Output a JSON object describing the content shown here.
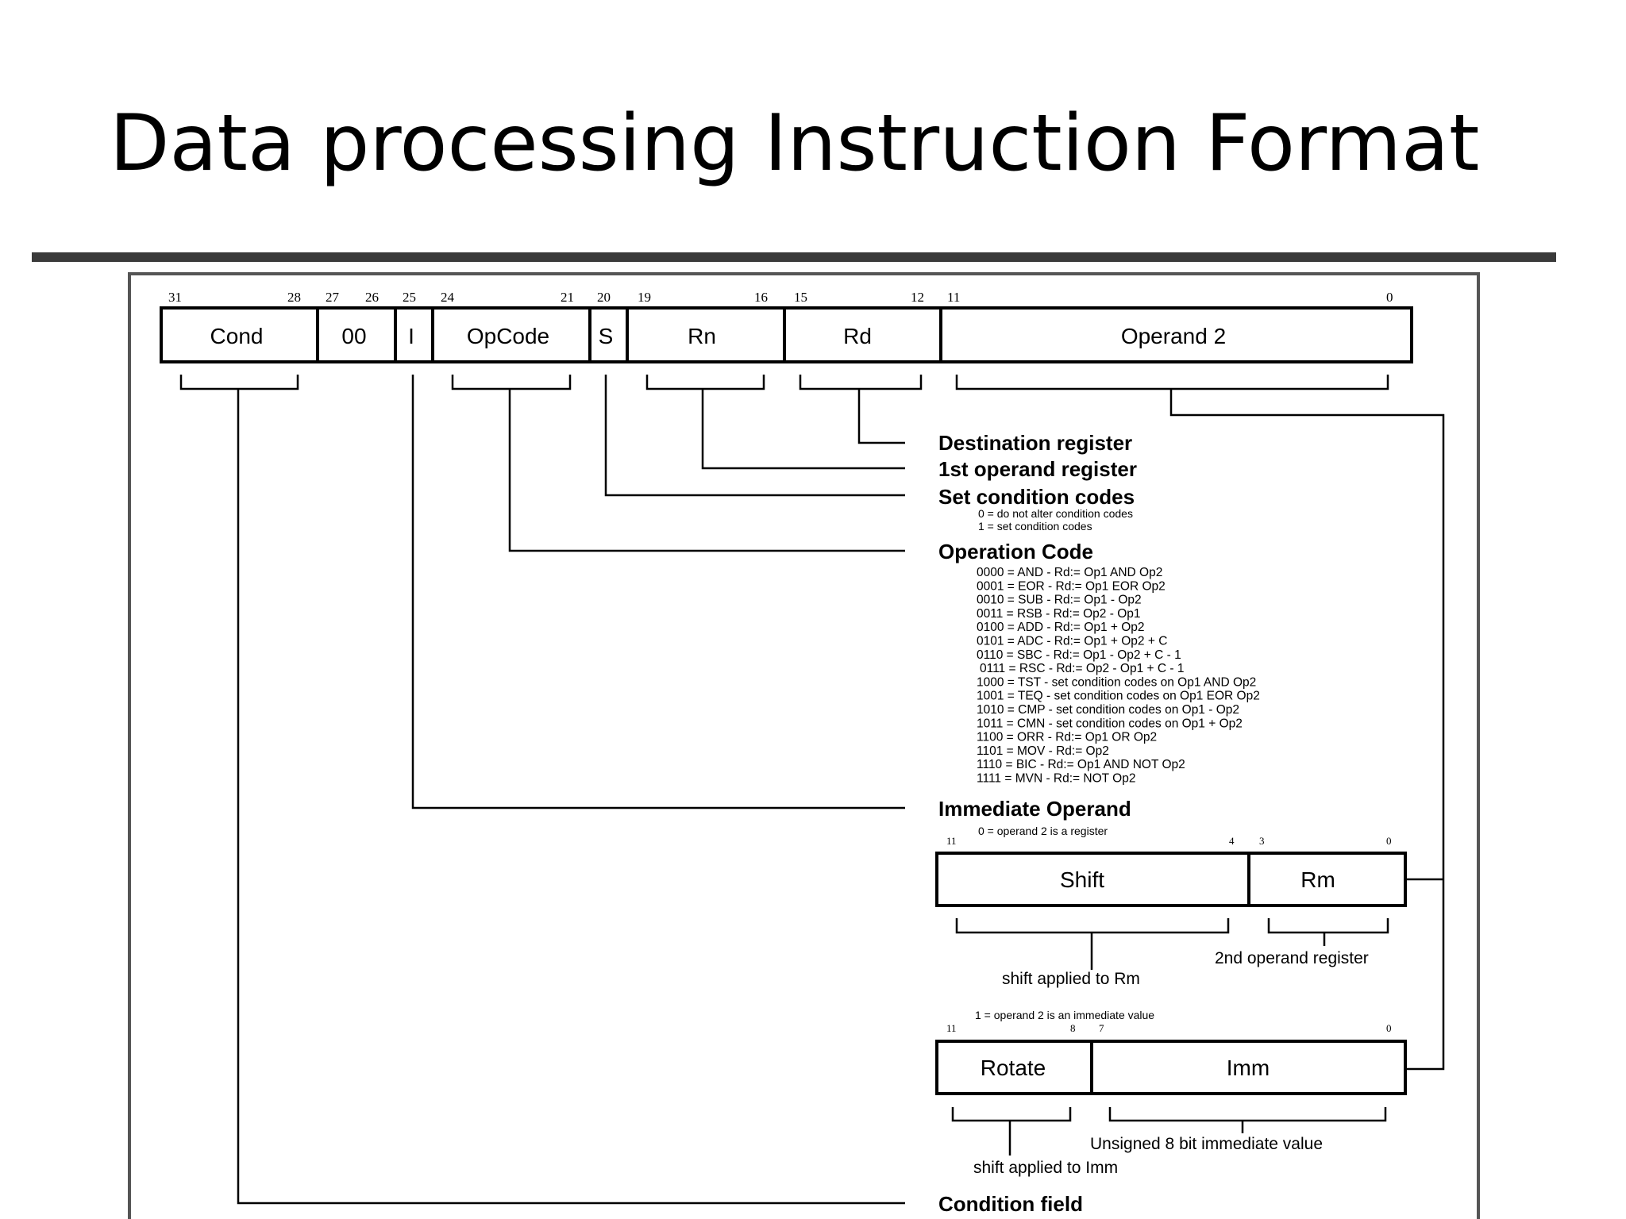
{
  "slide": {
    "title": "Data processing Instruction Format"
  },
  "main_format": {
    "fields": [
      {
        "name": "Cond",
        "hi": "31",
        "lo": "28"
      },
      {
        "name": "00",
        "hi": "27",
        "lo": "26"
      },
      {
        "name": "I",
        "hi": "25",
        "lo": ""
      },
      {
        "name": "OpCode",
        "hi": "24",
        "lo": "21"
      },
      {
        "name": "S",
        "hi": "20",
        "lo": ""
      },
      {
        "name": "Rn",
        "hi": "19",
        "lo": "16"
      },
      {
        "name": "Rd",
        "hi": "15",
        "lo": "12"
      },
      {
        "name": "Operand 2",
        "hi": "11",
        "lo": "0"
      }
    ]
  },
  "labels": {
    "destination": "Destination register",
    "first_operand": "1st operand register",
    "set_condition": "Set condition codes",
    "set_condition_0": "0 = do not alter condition codes",
    "set_condition_1": "1 = set condition codes",
    "operation_code": "Operation Code",
    "immediate_operand": "Immediate Operand",
    "condition_field": "Condition field"
  },
  "opcodes": [
    "0000 = AND - Rd:= Op1 AND Op2",
    "0001 = EOR - Rd:= Op1 EOR Op2",
    "0010 = SUB - Rd:= Op1 - Op2",
    "0011 = RSB - Rd:= Op2 - Op1",
    "0100 = ADD - Rd:= Op1 + Op2",
    "0101 = ADC - Rd:= Op1 + Op2 + C",
    "0110 = SBC - Rd:= Op1 - Op2 + C - 1",
    "0111 = RSC - Rd:= Op2 - Op1 + C - 1",
    "1000 = TST - set condition codes on Op1 AND Op2",
    "1001 = TEQ - set condition codes on Op1 EOR Op2",
    "1010 = CMP - set condition codes on Op1 - Op2",
    "1011 = CMN - set condition codes on Op1 + Op2",
    "1100 = ORR - Rd:= Op1 OR Op2",
    "1101 = MOV - Rd:= Op2",
    "1110 = BIC - Rd:= Op1 AND NOT Op2",
    "1111 = MVN - Rd:= NOT Op2"
  ],
  "register_form": {
    "note": "0 = operand 2 is a register",
    "bits": {
      "b11": "11",
      "b4": "4",
      "b3": "3",
      "b0": "0"
    },
    "shift": "Shift",
    "rm": "Rm",
    "shift_caption": "shift applied to Rm",
    "rm_caption": "2nd operand register"
  },
  "immediate_form": {
    "note": "1 = operand 2 is an immediate value",
    "bits": {
      "b11": "11",
      "b8": "8",
      "b7": "7",
      "b0": "0"
    },
    "rotate": "Rotate",
    "imm": "Imm",
    "rotate_caption": "shift applied to Imm",
    "imm_caption": "Unsigned 8 bit immediate value"
  }
}
